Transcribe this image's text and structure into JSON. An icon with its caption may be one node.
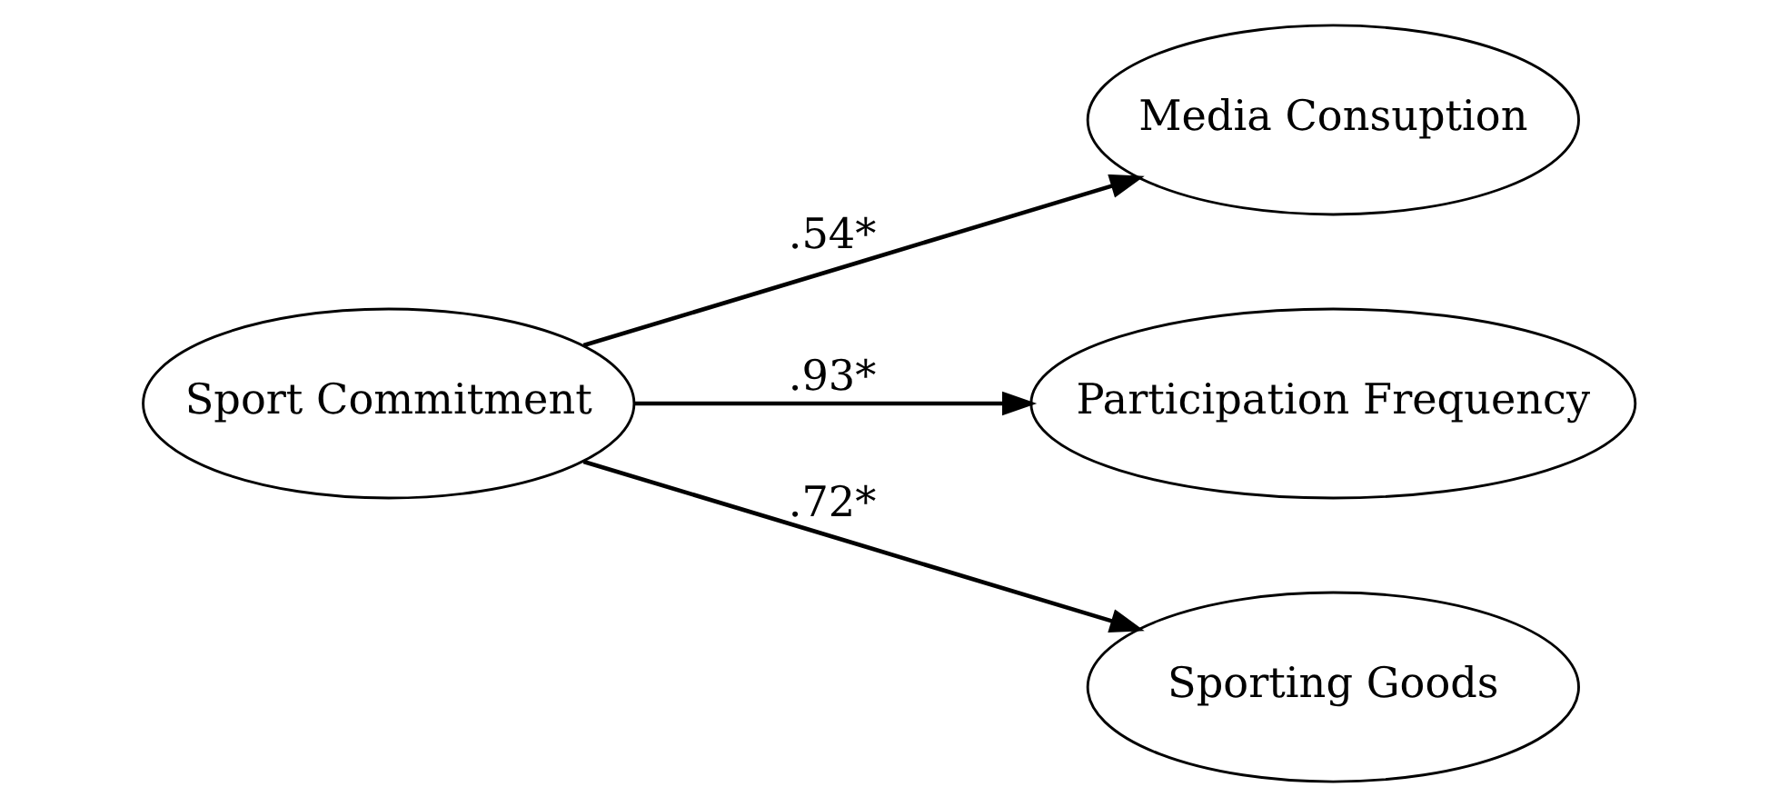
{
  "diagram": {
    "nodes": [
      {
        "text": [
          "Sport Commitment"
        ]
      },
      {
        "text": [
          "Media Consuption"
        ]
      },
      {
        "text": [
          "Participation Frequency"
        ]
      },
      {
        "text": [
          "Sporting Goods"
        ]
      }
    ],
    "edges": [
      {
        "from": 0,
        "to": 1,
        "arrow": "to",
        "label": ".54*"
      },
      {
        "from": 0,
        "to": 2,
        "arrow": "to",
        "label": ".93*"
      },
      {
        "from": 0,
        "to": 3,
        "arrow": "to",
        "label": ".72*"
      }
    ]
  }
}
